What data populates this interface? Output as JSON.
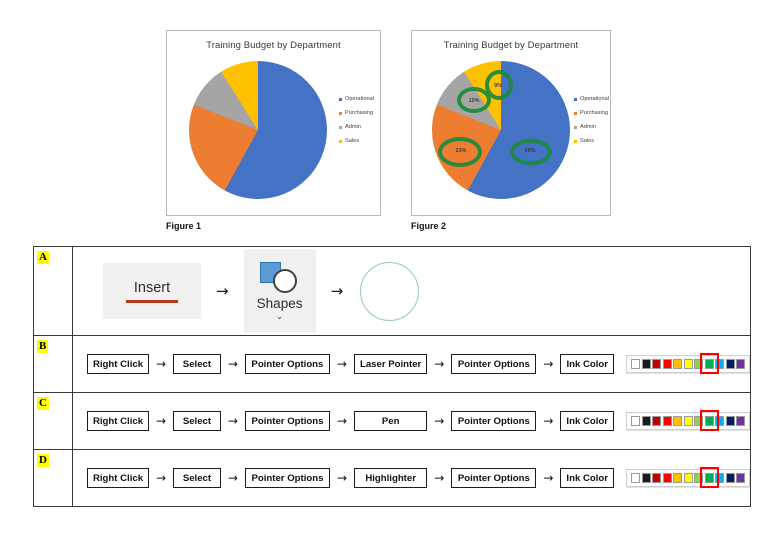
{
  "figures": [
    {
      "id": "figure-1",
      "caption": "Figure 1",
      "title": "Training Budget by Department",
      "has_data_labels": false,
      "has_ink_annotations": false
    },
    {
      "id": "figure-2",
      "caption": "Figure 2",
      "title": "Training Budget by Department",
      "has_data_labels": true,
      "has_ink_annotations": true
    }
  ],
  "chart_data": {
    "type": "pie",
    "title": "Training Budget by Department",
    "categories": [
      "Operational",
      "Purchasing",
      "Admin",
      "Sales"
    ],
    "values": [
      58,
      23,
      10,
      9
    ],
    "value_labels": [
      "58%",
      "23%",
      "10%",
      "9%"
    ],
    "colors": [
      "#4472c4",
      "#ed7d31",
      "#a5a5a5",
      "#ffc000"
    ],
    "legend_position": "right",
    "data_labels_shown_in": "Figure 2",
    "annotation_color": "#1a8a3c",
    "annotation_tool": "Pen/Highlighter circle marks around each data label"
  },
  "table": {
    "rows": [
      {
        "label": "A",
        "type": "ribbon",
        "tab_label": "Insert",
        "arrow": "→",
        "shapes_label": "Shapes",
        "shapes_chevron": "⌄",
        "result": "circle-outline-shape"
      },
      {
        "label": "B",
        "type": "flow",
        "steps": [
          "Right Click",
          "Select",
          "Pointer Options",
          "Laser Pointer",
          "Pointer Options",
          "Ink Color"
        ],
        "arrow": "→",
        "palette": {
          "swatches": [
            "#ffffff",
            "#1a1a1a",
            "#c00000",
            "#ff0000",
            "#ffc000",
            "#ffff00",
            "#92d050",
            "#00b050",
            "#00b0f0",
            "#002060",
            "#7030a0"
          ],
          "selected_index": 7,
          "selected_color": "#00b050",
          "selection_outline": "#ff0000"
        }
      },
      {
        "label": "C",
        "type": "flow",
        "steps": [
          "Right Click",
          "Select",
          "Pointer Options",
          "Pen",
          "Pointer Options",
          "Ink Color"
        ],
        "arrow": "→",
        "palette": {
          "swatches": [
            "#ffffff",
            "#1a1a1a",
            "#c00000",
            "#ff0000",
            "#ffc000",
            "#ffff00",
            "#92d050",
            "#00b050",
            "#00b0f0",
            "#002060",
            "#7030a0"
          ],
          "selected_index": 7,
          "selected_color": "#00b050",
          "selection_outline": "#ff0000"
        }
      },
      {
        "label": "D",
        "type": "flow",
        "steps": [
          "Right Click",
          "Select",
          "Pointer Options",
          "Highlighter",
          "Pointer Options",
          "Ink Color"
        ],
        "arrow": "→",
        "palette": {
          "swatches": [
            "#ffffff",
            "#1a1a1a",
            "#c00000",
            "#ff0000",
            "#ffc000",
            "#ffff00",
            "#92d050",
            "#00b050",
            "#00b0f0",
            "#002060",
            "#7030a0"
          ],
          "selected_index": 7,
          "selected_color": "#00b050",
          "selection_outline": "#ff0000"
        }
      }
    ]
  }
}
